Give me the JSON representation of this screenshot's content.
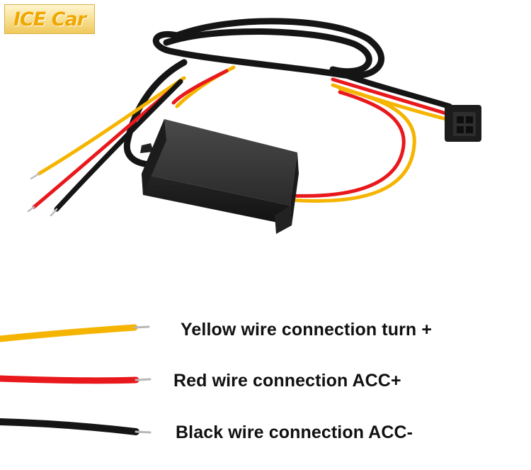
{
  "logo": {
    "text": "ICE Car"
  },
  "legend": {
    "yellow": "Yellow wire connection turn +",
    "red": "Red wire connection ACC+",
    "black": "Black wire connection ACC-"
  },
  "colors": {
    "yellow_wire": "#f5b400",
    "red_wire": "#e8181c",
    "black_wire": "#151515",
    "module_body": "#2a2a2a",
    "connector": "#1c1c1c"
  }
}
